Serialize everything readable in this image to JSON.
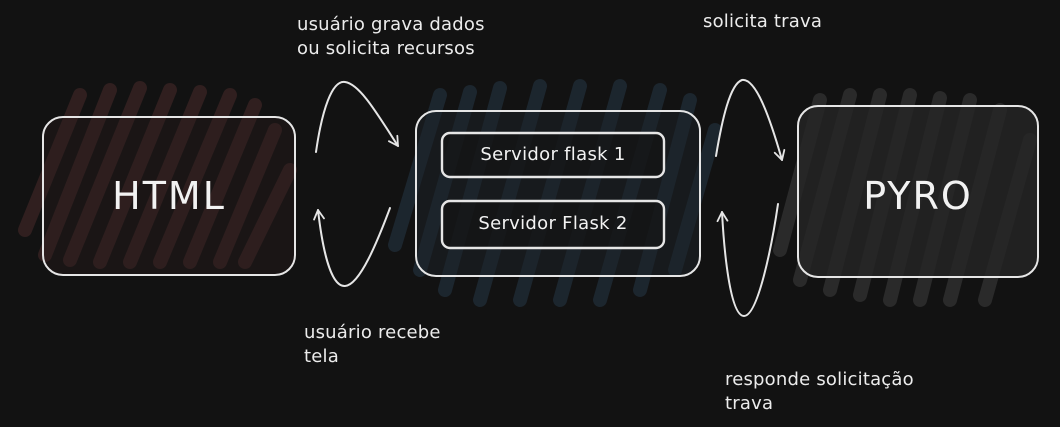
{
  "nodes": {
    "html": {
      "label": "HTML",
      "fill": "#2a1c1c"
    },
    "flask_group": {
      "fill": "#1b2128",
      "servers": [
        {
          "label": "Servidor flask 1"
        },
        {
          "label": "Servidor Flask 2"
        }
      ]
    },
    "pyro": {
      "label": "PYRO",
      "fill": "#252525"
    }
  },
  "edges": {
    "html_to_flask": {
      "lines": [
        "usuário grava dados",
        "ou solicita recursos"
      ]
    },
    "flask_to_html": {
      "lines": [
        "usuário recebe",
        "tela"
      ]
    },
    "flask_to_pyro": {
      "lines": [
        "solicita trava"
      ]
    },
    "pyro_to_flask": {
      "lines": [
        "responde solicitação",
        "trava"
      ]
    }
  },
  "colors": {
    "background": "#121212",
    "stroke": "#e6e6e6",
    "html_hatch": "#3a2424",
    "flask_hatch": "#1f2b36",
    "pyro_hatch": "#2d2d2d"
  }
}
